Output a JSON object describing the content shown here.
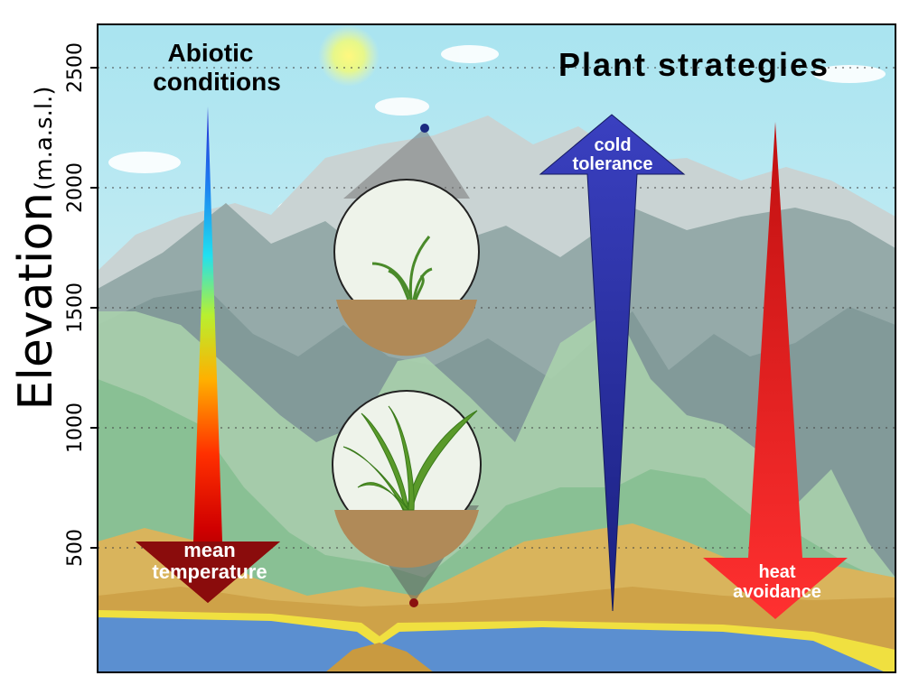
{
  "figure": {
    "title": "Plant strategies",
    "abiotic_label_line1": "Abiotic",
    "abiotic_label_line2": "conditions",
    "y_axis_label": "Elevation",
    "y_axis_unit": "(m.a.s.l.)",
    "y_ticks": [
      "500",
      "1000",
      "1500",
      "2000",
      "2500"
    ],
    "temperature_arrow": {
      "line1": "mean",
      "line2": "temperature",
      "direction": "down"
    },
    "cold_arrow": {
      "line1": "cold",
      "line2": "tolerance",
      "direction": "up",
      "color": "#2230a0"
    },
    "heat_arrow": {
      "line1": "heat",
      "line2": "avoidance",
      "direction": "down",
      "color": "#e02020"
    },
    "plants": [
      {
        "name": "high-elevation plant",
        "appearance": "small, thin leaves"
      },
      {
        "name": "low-elevation plant",
        "appearance": "tall, broad leaves"
      }
    ],
    "colors": {
      "sky": "#bfe6f2",
      "water": "#5b8fd0",
      "sand": "#d9b45c",
      "shore": "#f0e040"
    }
  }
}
